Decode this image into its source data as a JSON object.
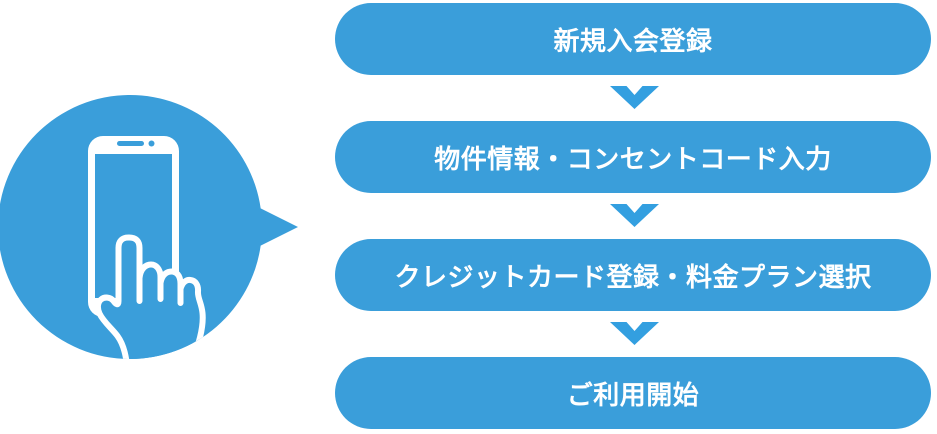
{
  "badge": {
    "icon": "smartphone-tap-icon",
    "shape": "speech-bubble-circle"
  },
  "steps": [
    {
      "label": "新規入会登録"
    },
    {
      "label": "物件情報・コンセントコード入力"
    },
    {
      "label": "クレジットカード登録・料金プラン選択"
    },
    {
      "label": "ご利用開始"
    }
  ],
  "arrows": {
    "icon": "chevron-down-icon",
    "count": 3
  },
  "colors": {
    "primary": "#3A9EDA",
    "arrow": "#339FE0",
    "text": "#FFFFFF"
  }
}
